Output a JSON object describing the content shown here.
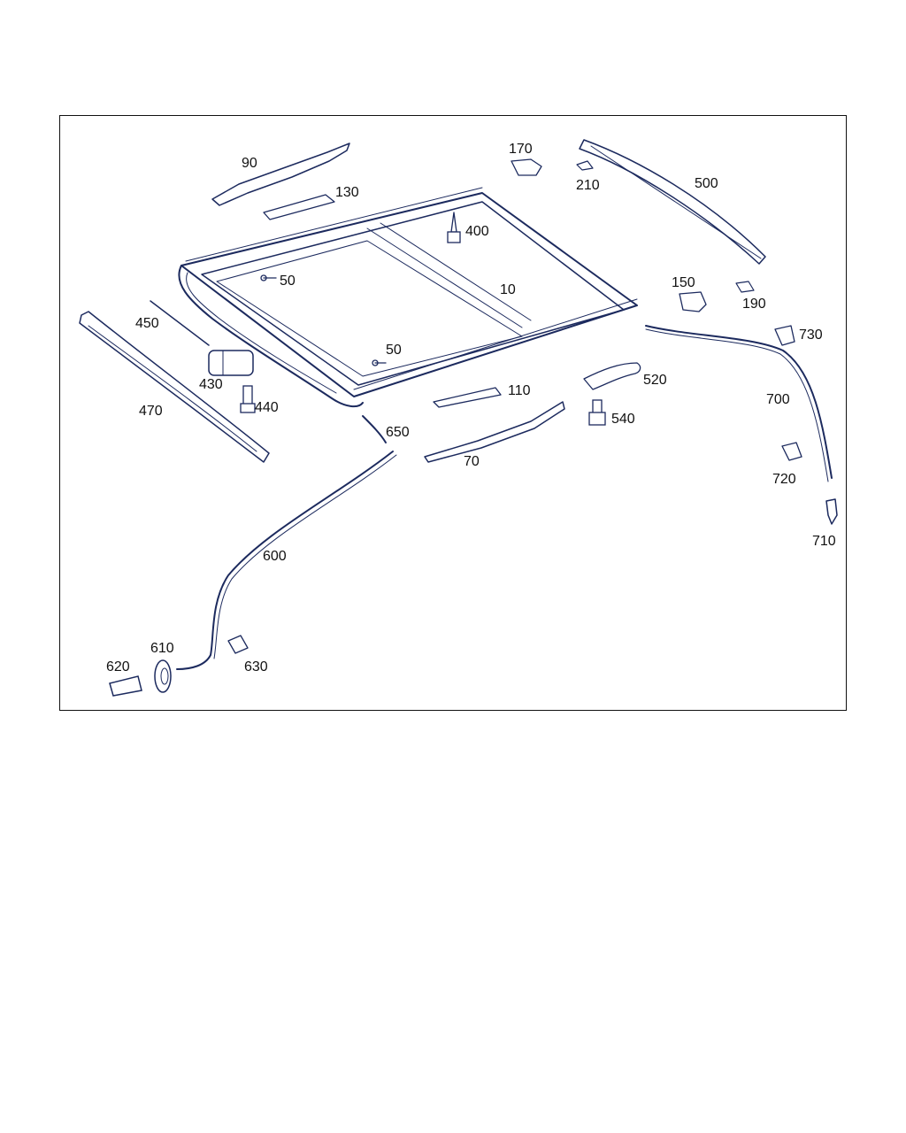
{
  "diagram": {
    "labels": {
      "p10": "10",
      "p50a": "50",
      "p50b": "50",
      "p70": "70",
      "p90": "90",
      "p110": "110",
      "p130": "130",
      "p150": "150",
      "p170": "170",
      "p190": "190",
      "p210": "210",
      "p400": "400",
      "p430": "430",
      "p440": "440",
      "p450": "450",
      "p470": "470",
      "p500": "500",
      "p520": "520",
      "p540": "540",
      "p600": "600",
      "p610": "610",
      "p620": "620",
      "p630": "630",
      "p650": "650",
      "p700": "700",
      "p710": "710",
      "p720": "720",
      "p730": "730"
    },
    "colors": {
      "line": "#1c2a5e",
      "text": "#111111",
      "frame": "#111111"
    }
  }
}
